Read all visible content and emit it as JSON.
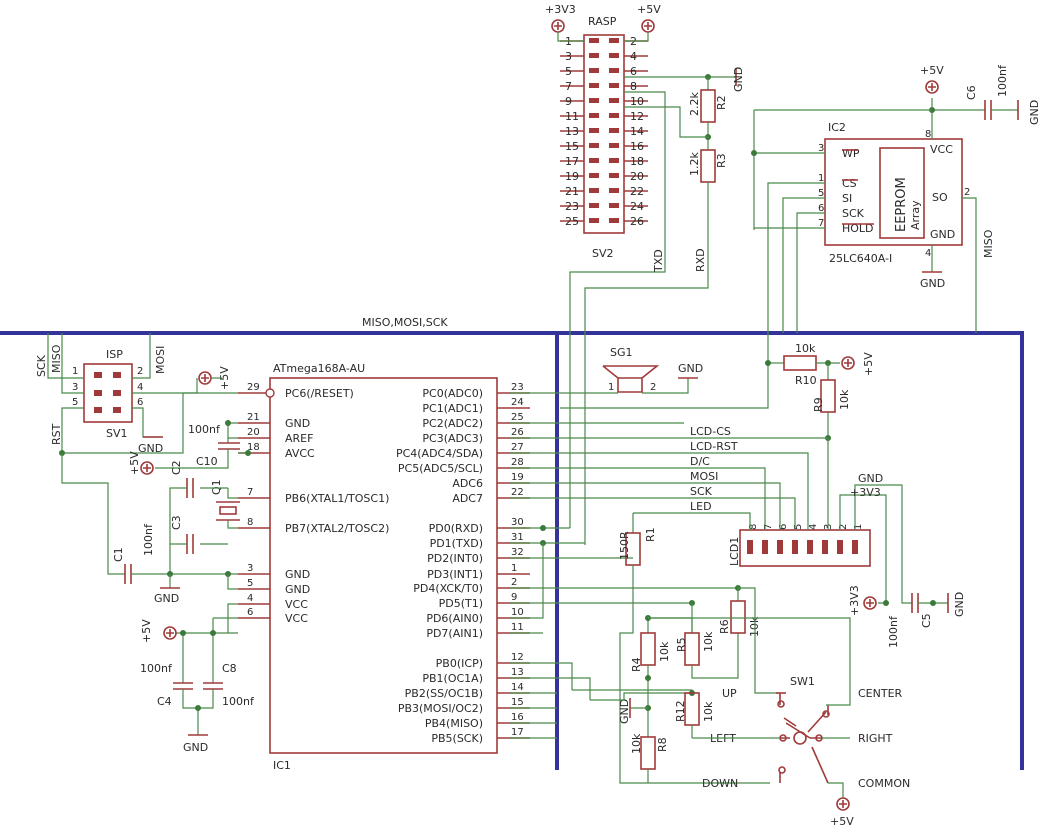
{
  "bus": {
    "label": "MISO,MOSI,SCK"
  },
  "supplies": {
    "p3v3": "+3V3",
    "p5v": "+5V",
    "gnd": "GND"
  },
  "raspberry": {
    "name": "RASP",
    "ref": "SV2",
    "pins_left": [
      "1",
      "3",
      "5",
      "7",
      "9",
      "11",
      "13",
      "15",
      "17",
      "19",
      "21",
      "23",
      "25"
    ],
    "pins_right": [
      "2",
      "4",
      "6",
      "8",
      "10",
      "12",
      "14",
      "16",
      "18",
      "20",
      "22",
      "24",
      "26"
    ],
    "txd": "TXD",
    "rxd": "RXD"
  },
  "resistors": {
    "r2": {
      "ref": "R2",
      "value": "2.2k"
    },
    "r3": {
      "ref": "R3",
      "value": "1.2k"
    },
    "r10": {
      "ref": "R10",
      "value": "10k"
    },
    "r9": {
      "ref": "R9",
      "value": "10k"
    },
    "r1": {
      "ref": "R1",
      "value": "150R"
    },
    "r4": {
      "ref": "R4",
      "value": "10k"
    },
    "r5": {
      "ref": "R5",
      "value": "10k"
    },
    "r6": {
      "ref": "R6",
      "value": "10k"
    },
    "r12": {
      "ref": "R12",
      "value": "10k"
    },
    "r8": {
      "ref": "R8",
      "value": "10k"
    }
  },
  "capacitors": {
    "c6": {
      "ref": "C6",
      "value": "100nf"
    },
    "c10": {
      "ref": "C10",
      "value": "100nf"
    },
    "c2": {
      "ref": "C2"
    },
    "c3": {
      "ref": "C3"
    },
    "c1": {
      "ref": "C1",
      "value": "100nf"
    },
    "c4": {
      "ref": "C4",
      "value": "100nf"
    },
    "c8": {
      "ref": "C8",
      "value": "100nf"
    },
    "c5": {
      "ref": "C5",
      "value": "100nf"
    }
  },
  "eeprom": {
    "ref": "IC2",
    "part": "25LC640A-I",
    "pins": [
      {
        "num": "3",
        "name": "WP"
      },
      {
        "num": "1",
        "name": "CS"
      },
      {
        "num": "5",
        "name": "SI"
      },
      {
        "num": "6",
        "name": "SCK"
      },
      {
        "num": "7",
        "name": "HOLD"
      }
    ],
    "vcc": {
      "num": "8",
      "name": "VCC"
    },
    "so": {
      "num": "2",
      "name": "SO"
    },
    "gnd": {
      "num": "4",
      "name": "GND"
    },
    "core": "EEPROM",
    "core2": "Array",
    "miso": "MISO"
  },
  "isp": {
    "name": "ISP",
    "ref": "SV1",
    "sck": "SCK",
    "miso": "MISO",
    "mosi": "MOSI",
    "rst": "RST",
    "pins": [
      "1",
      "2",
      "3",
      "4",
      "5",
      "6"
    ]
  },
  "mcu": {
    "name": "ATmega168A-AU",
    "ref": "IC1",
    "left": [
      {
        "num": "29",
        "name": "PC6(/RESET)"
      },
      {
        "num": "21",
        "name": "GND"
      },
      {
        "num": "20",
        "name": "AREF"
      },
      {
        "num": "18",
        "name": "AVCC"
      },
      {
        "num": "7",
        "name": "PB6(XTAL1/TOSC1)"
      },
      {
        "num": "8",
        "name": "PB7(XTAL2/TOSC2)"
      },
      {
        "num": "3",
        "name": "GND"
      },
      {
        "num": "5",
        "name": "GND"
      },
      {
        "num": "4",
        "name": "VCC"
      },
      {
        "num": "6",
        "name": "VCC"
      }
    ],
    "right": [
      {
        "num": "23",
        "name": "PC0(ADC0)"
      },
      {
        "num": "24",
        "name": "PC1(ADC1)"
      },
      {
        "num": "25",
        "name": "PC2(ADC2)"
      },
      {
        "num": "26",
        "name": "PC3(ADC3)"
      },
      {
        "num": "27",
        "name": "PC4(ADC4/SDA)"
      },
      {
        "num": "28",
        "name": "PC5(ADC5/SCL)"
      },
      {
        "num": "19",
        "name": "ADC6"
      },
      {
        "num": "22",
        "name": "ADC7"
      },
      {
        "num": "30",
        "name": "PD0(RXD)"
      },
      {
        "num": "31",
        "name": "PD1(TXD)"
      },
      {
        "num": "32",
        "name": "PD2(INT0)"
      },
      {
        "num": "1",
        "name": "PD3(INT1)"
      },
      {
        "num": "2",
        "name": "PD4(XCK/T0)"
      },
      {
        "num": "9",
        "name": "PD5(T1)"
      },
      {
        "num": "10",
        "name": "PD6(AIN0)"
      },
      {
        "num": "11",
        "name": "PD7(AIN1)"
      },
      {
        "num": "12",
        "name": "PB0(ICP)"
      },
      {
        "num": "13",
        "name": "PB1(OC1A)"
      },
      {
        "num": "14",
        "name": "PB2(SS/OC1B)"
      },
      {
        "num": "15",
        "name": "PB3(MOSI/OC2)"
      },
      {
        "num": "16",
        "name": "PB4(MISO)"
      },
      {
        "num": "17",
        "name": "PB5(SCK)"
      }
    ]
  },
  "crystal": {
    "ref": "Q1"
  },
  "buzzer": {
    "ref": "SG1",
    "pin1": "1",
    "pin2": "2"
  },
  "lcd": {
    "ref": "LCD1",
    "pins": [
      "8",
      "7",
      "6",
      "5",
      "4",
      "3",
      "2",
      "1"
    ],
    "signals": [
      "LCD-CS",
      "LCD-RST",
      "D/C",
      "MOSI",
      "SCK",
      "LED"
    ]
  },
  "switch": {
    "ref": "SW1",
    "up": "UP",
    "left": "LEFT",
    "down": "DOWN",
    "center": "CENTER",
    "right": "RIGHT",
    "common": "COMMON"
  }
}
